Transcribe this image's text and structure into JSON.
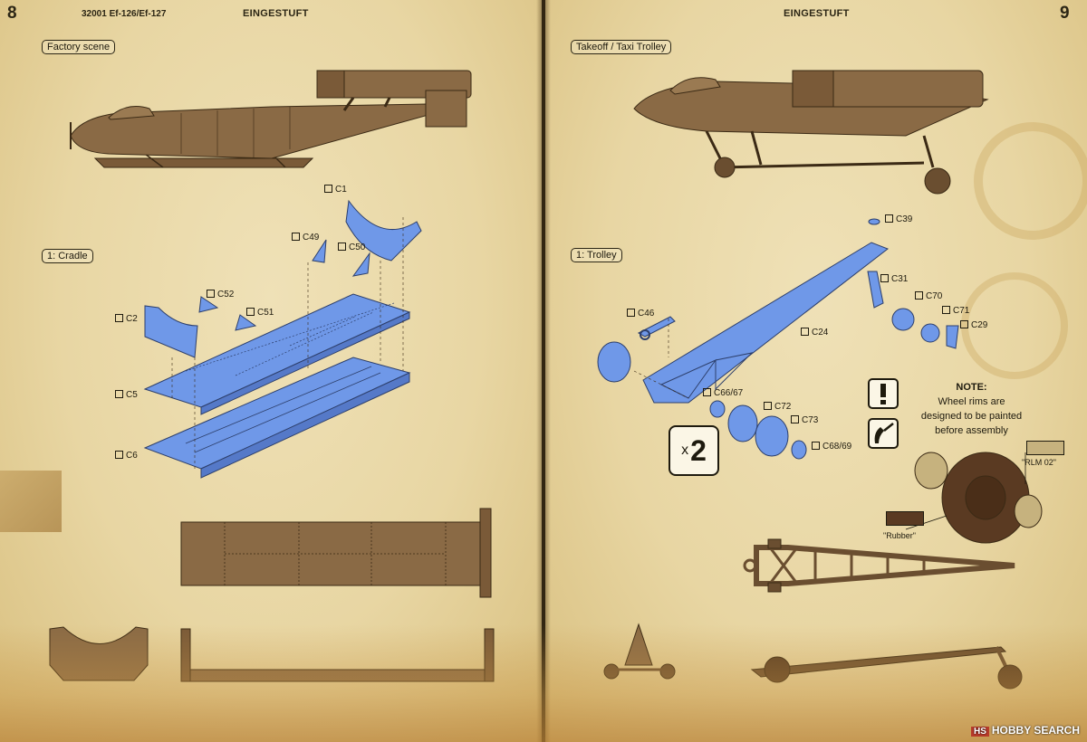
{
  "left_page": {
    "page_number": "8",
    "header_code": "32001 Ef-126/Ef-127",
    "header_title": "EINGESTUFT",
    "sections": {
      "factory_scene": "Factory scene",
      "cradle": "1: Cradle"
    },
    "parts": [
      "C1",
      "C49",
      "C50",
      "C52",
      "C51",
      "C2",
      "C5",
      "C6"
    ]
  },
  "right_page": {
    "page_number": "9",
    "header_title": "EINGESTUFT",
    "sections": {
      "takeoff_trolley": "Takeoff / Taxi Trolley",
      "trolley": "1: Trolley"
    },
    "parts": [
      "C39",
      "C31",
      "C70",
      "C71",
      "C29",
      "C46",
      "C24",
      "C66/67",
      "C72",
      "C73",
      "C68/69"
    ],
    "multiplier": {
      "symbol": "x",
      "count": "2"
    },
    "note": {
      "heading": "NOTE:",
      "lines": [
        "Wheel rims are",
        "designed to be painted",
        "before assembly"
      ]
    },
    "paints": [
      {
        "label": "\"RLM 02\"",
        "color": "#c6b27e"
      },
      {
        "label": "\"Rubber\"",
        "color": "#5a3a22"
      }
    ]
  },
  "icons": [
    "exclamation-icon",
    "paint-brush-icon"
  ],
  "colors": {
    "paper": "#e8d6a3",
    "part_blue": "#6f98e8",
    "model_brown": "#8a6a45",
    "ink": "#1e1a0e"
  },
  "watermark": {
    "logo": "HS",
    "text": "HOBBY SEARCH"
  }
}
